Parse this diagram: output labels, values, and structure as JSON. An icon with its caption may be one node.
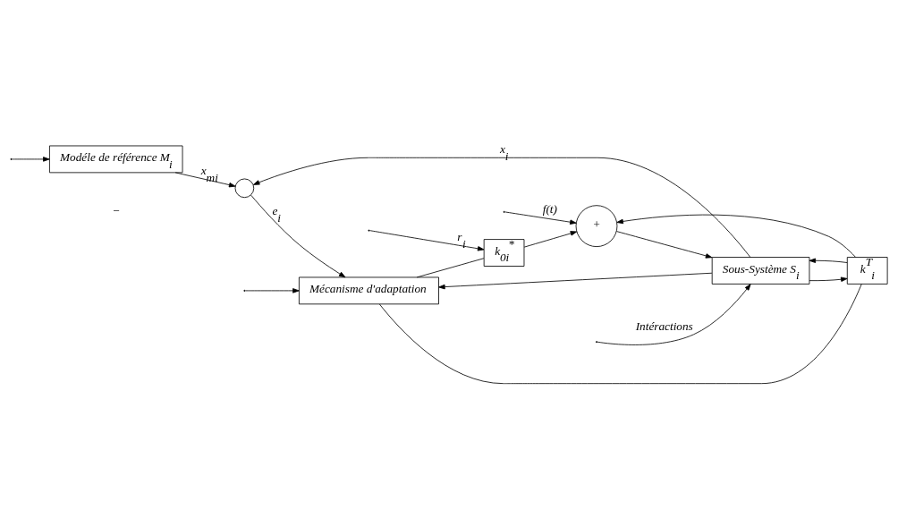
{
  "diagram": {
    "nodes": [
      {
        "text": [
          "Modéle de référence M$_{i}$"
        ]
      },
      {
        "text": [
          "k$_{0i}$$^{*}$"
        ]
      },
      {
        "text": [
          "+"
        ]
      },
      {
        "text": [
          "Sous-Système S$_{i}$"
        ]
      },
      {
        "text": [
          "k$^{T}$$_{i}$"
        ]
      },
      {
        "text": [],
        "shape": "circle"
      },
      {
        "text": [
          "Mécanisme d'adaptation"
        ]
      }
    ],
    "edges": [
      {
        "from": null,
        "to": 1,
        "arrow": "to",
        "label": "r$_{i}$"
      },
      {
        "from": null,
        "to": 0,
        "arrow": "to"
      },
      {
        "from": null,
        "to": 6,
        "arrow": "to"
      },
      {
        "from": 1,
        "to": 2,
        "arrow": "to"
      },
      {
        "from": null,
        "to": 2,
        "arrow": "to",
        "label": "f(t)"
      },
      {
        "from": 2,
        "to": 3,
        "arrow": "to"
      },
      {
        "from": null,
        "to": 3,
        "arrow": "to",
        "label": "Intéractions"
      },
      {
        "from": 0,
        "to": 5,
        "arrow": "to",
        "label": "x$_{mi}$"
      },
      {
        "from": 3,
        "to": 5,
        "arrow": "to",
        "label": "x$_{i}$"
      },
      {
        "from": 3,
        "to": 6,
        "arrow": "to"
      },
      {
        "from": 3,
        "to": 4,
        "arrow": "to"
      },
      {
        "from": 4,
        "to": 2,
        "arrow": "to"
      },
      {
        "from": 4,
        "to": 3,
        "arrow": "to"
      },
      {
        "from": 5,
        "to": 6,
        "arrow": "to",
        "label": "e$_{i}$"
      },
      {
        "from": 6,
        "to": 1,
        "arrow": "none"
      },
      {
        "from": 6,
        "to": 4,
        "arrow": "none"
      }
    ],
    "labels": [
      "−"
    ]
  }
}
